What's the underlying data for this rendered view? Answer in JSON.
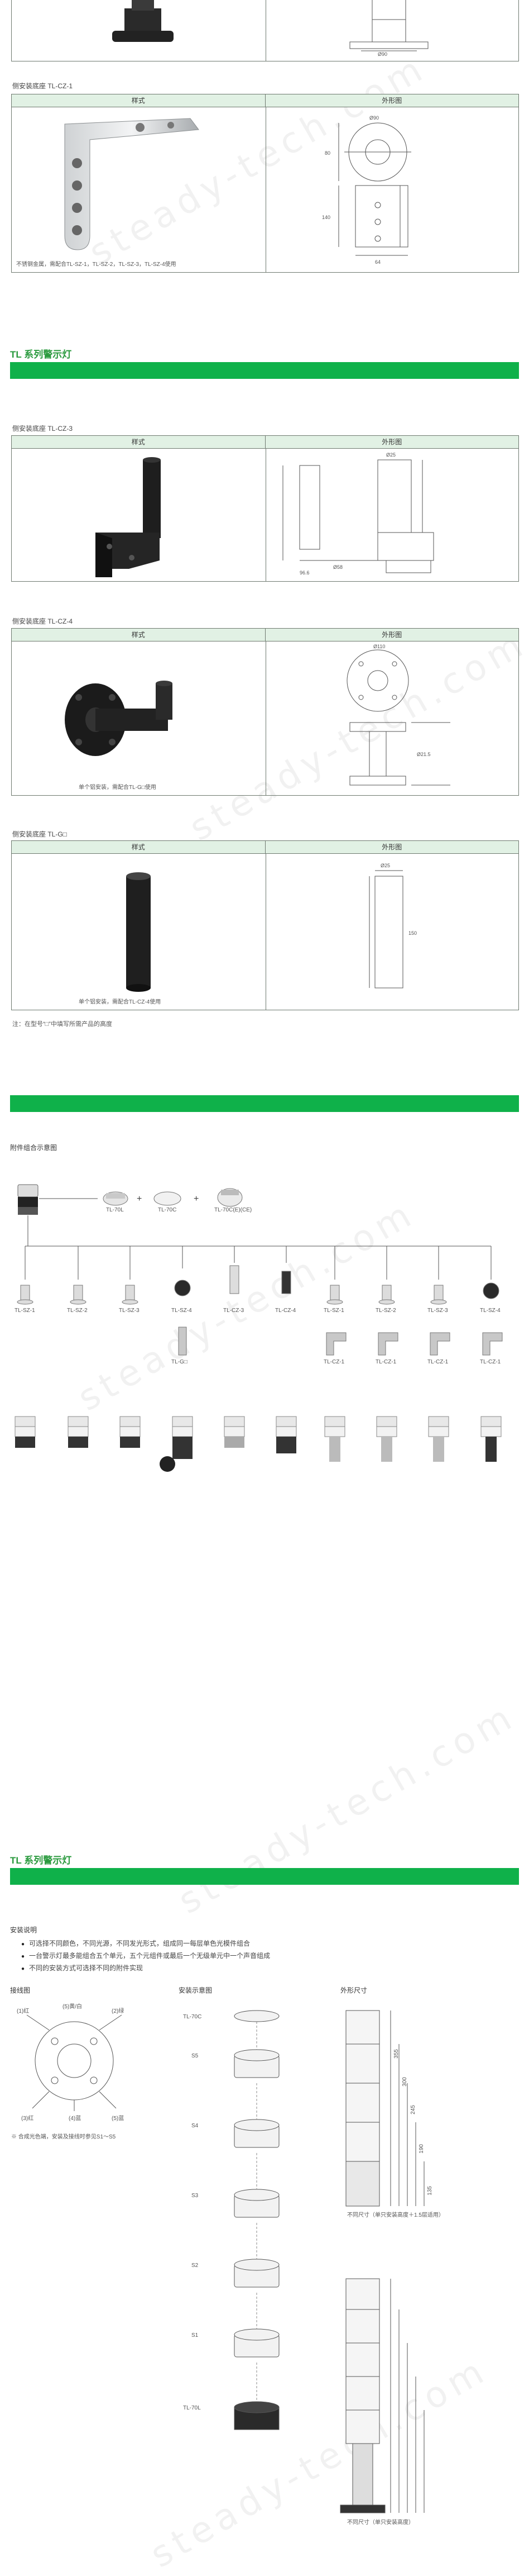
{
  "watermark": "steady-tech.com",
  "table_headers": {
    "style": "样式",
    "outline": "外形图"
  },
  "sec_top": {
    "caption": "侧安装底座 TL-CZ-1",
    "note": "不锈钢金属，需配合TL-SZ-1，TL-SZ-2，TL-SZ-3，TL-SZ-4使用"
  },
  "block1": {
    "title_en": "TL",
    "title_cn": "系列警示灯"
  },
  "cz3": {
    "caption": "侧安装底座 TL-CZ-3"
  },
  "cz4": {
    "caption": "侧安装底座 TL-CZ-4",
    "note": "单个铝安装，需配合TL-G□使用"
  },
  "tlg": {
    "caption": "侧安装底座 TL-G□",
    "note": "单个铝安装，需配合TL-CZ-4使用"
  },
  "footnote": "注：在型号“□”中填写所需产品的高度",
  "combo": {
    "title": "附件组合示意图",
    "top_labels": [
      "TL-70L",
      "TL-70C",
      "TL-70C(E)(CE)"
    ],
    "bases": [
      "TL-SZ-1",
      "TL-SZ-2",
      "TL-SZ-3",
      "TL-SZ-4",
      "TL-CZ-3",
      "TL-CZ-4",
      "TL-SZ-1",
      "TL-SZ-2",
      "TL-SZ-3",
      "TL-SZ-4"
    ],
    "mid_labels": [
      "TL-G□",
      "TL-CZ-1",
      "TL-CZ-1",
      "TL-CZ-1",
      "TL-CZ-1"
    ]
  },
  "block2": {
    "title_en": "TL",
    "title_cn": "系列警示灯"
  },
  "install": {
    "title": "安装说明",
    "bullets": [
      "可选择不同颜色，不同光源，不同发光形式，组成同一每层单色光模件组合",
      "一台警示灯最多能组合五个单元，五个元组件或最后一个无级单元中一个声音组成",
      "不同的安装方式可选择不同的附件实现"
    ]
  },
  "wiring": {
    "title": "接线图",
    "labels": [
      "(1)红",
      "(5)黄/白",
      "(2)绿",
      "(3)红",
      "(4)蓝",
      "(5)蓝"
    ],
    "note": "※ 合成光色端，安装及接线时参见S1～S5"
  },
  "assembly": {
    "title": "安装示意图",
    "levels": [
      "TL-70C",
      "S5",
      "S4",
      "S3",
      "S2",
      "S1",
      "TL-70L"
    ]
  },
  "dims": {
    "title": "外形尺寸",
    "note1": "不同尺寸（单只安装高度＋1.5层适用）",
    "note2": "不同尺寸（单只安装高度）",
    "heights": [
      "135",
      "190",
      "245",
      "300",
      "355"
    ]
  }
}
